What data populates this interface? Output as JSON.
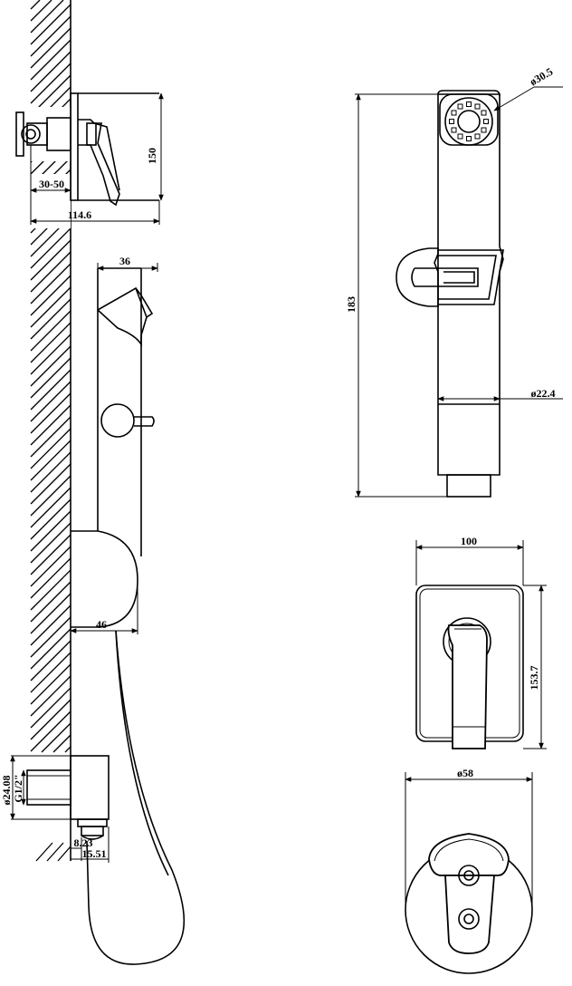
{
  "dimensions": {
    "d_30_5": "ø30.5",
    "d_183": "183",
    "d_22_4": "ø22.4",
    "d_150": "150",
    "d_30_50": "30-50",
    "d_114_6": "114.6",
    "d_36": "36",
    "d_46": "46",
    "d_100": "100",
    "d_153_7": "153.7",
    "d_58": "ø58",
    "d_24_08": "ø24.08",
    "d_g12": "G1/2\"",
    "d_8_23": "8.23",
    "d_15_51": "15.51"
  },
  "colors": {
    "line": "#000000",
    "background": "#ffffff"
  }
}
